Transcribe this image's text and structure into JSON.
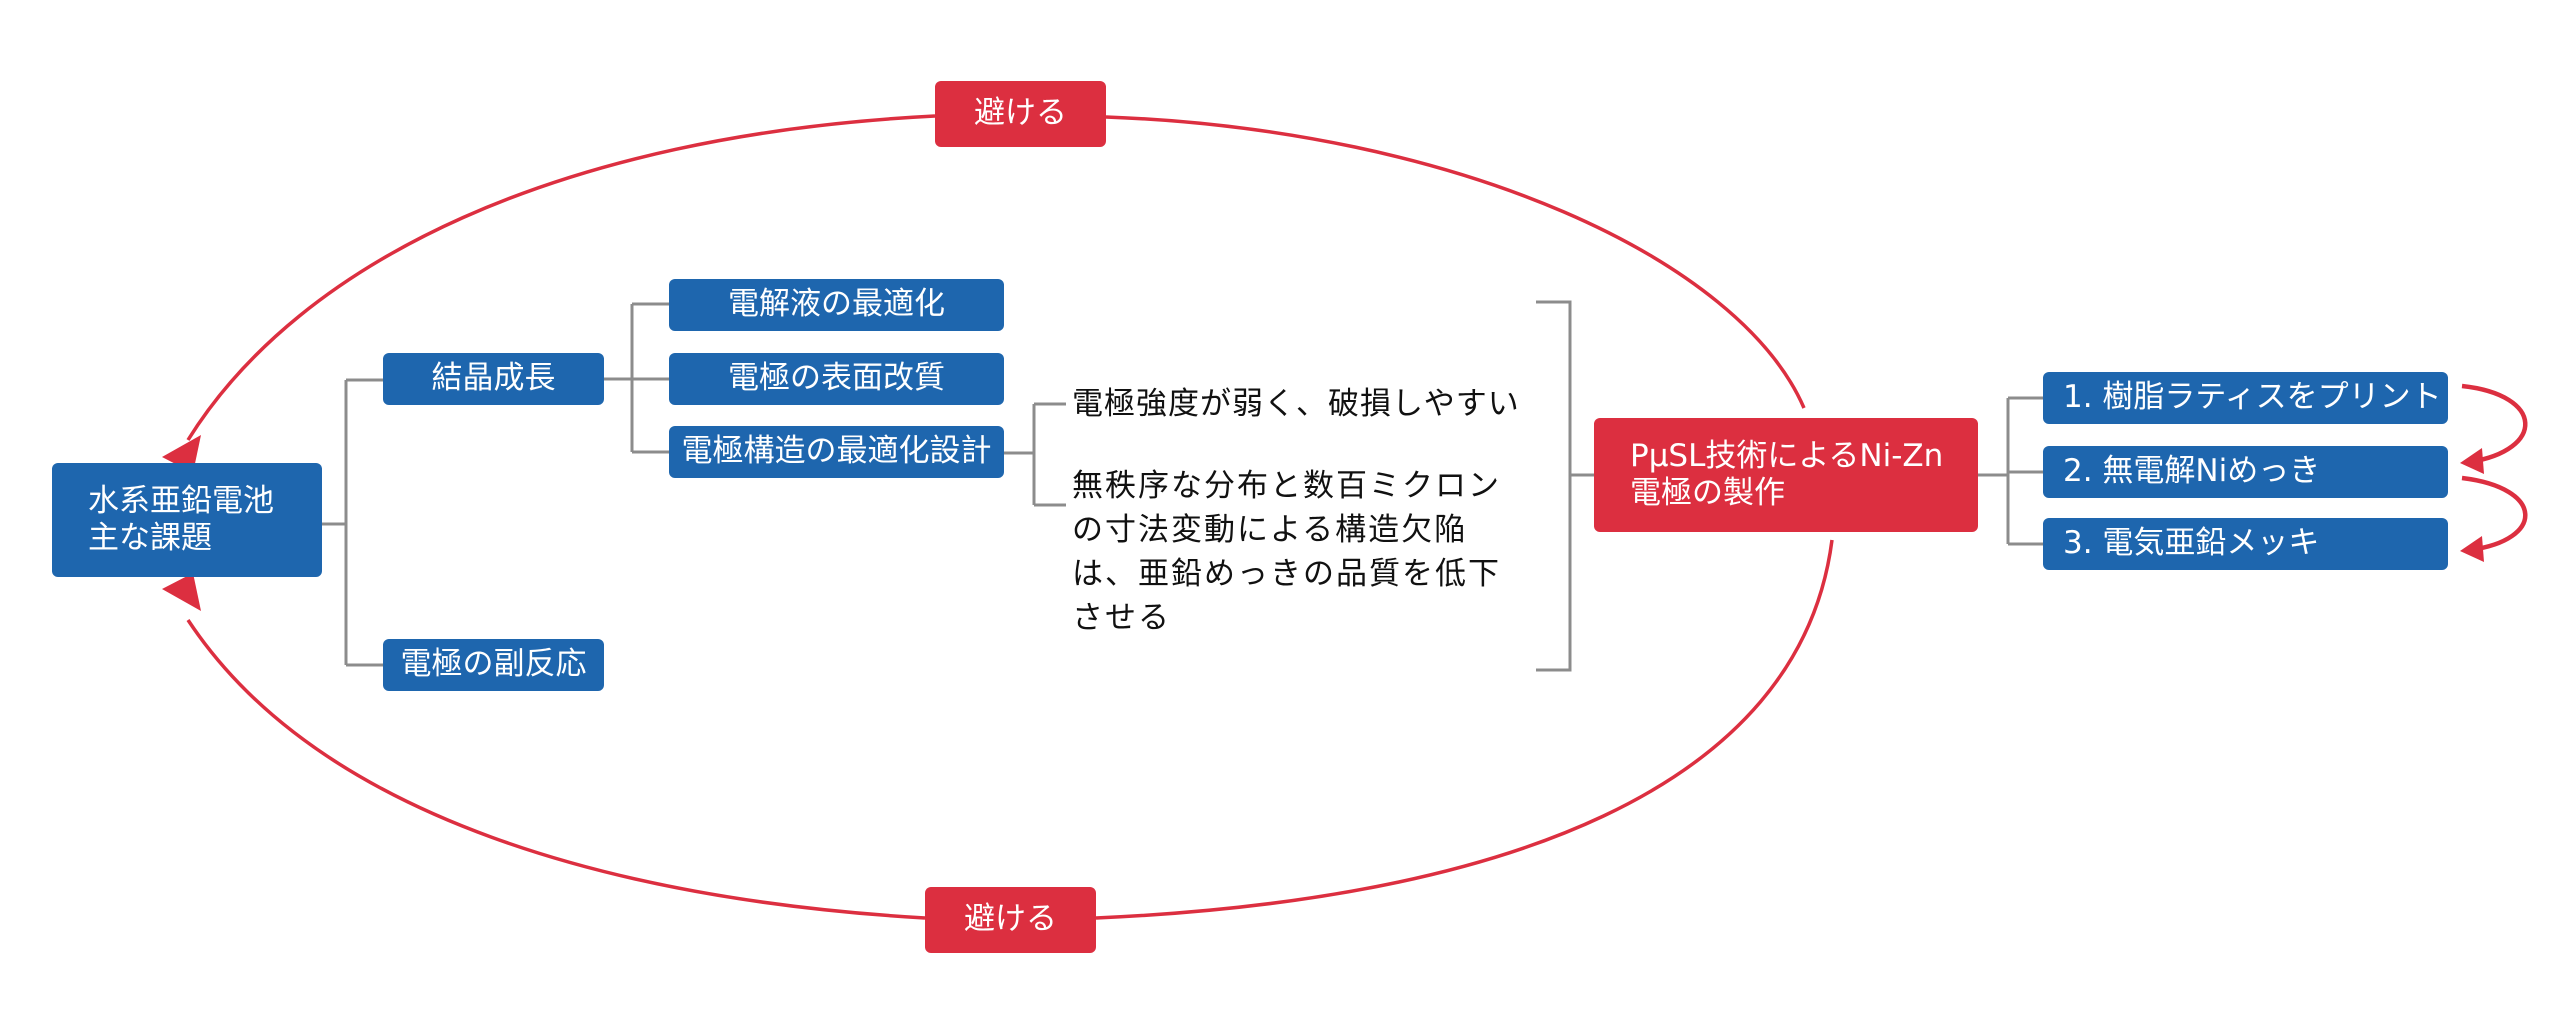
{
  "root": {
    "line1": "水系亜鉛電池",
    "line2": "主な課題"
  },
  "avoid_top": "避ける",
  "avoid_bottom": "避ける",
  "branches": {
    "crystal_growth": "結晶成長",
    "side_reaction": "電極の副反応",
    "electrolyte": "電解液の最適化",
    "surface": "電極の表面改質",
    "structure": "電極構造の最適化設計"
  },
  "issues": {
    "weak": "電極強度が弱く、破損しやすい",
    "defect_lines": [
      "無秩序な分布と数百ミクロン",
      "の寸法変動による構造欠陥",
      "は、亜鉛めっきの品質を低下",
      "させる"
    ]
  },
  "method": {
    "line1": "PμSL技術によるNi-Zn",
    "line2": "電極の製作"
  },
  "steps": [
    "1. 樹脂ラティスをプリント",
    "2. 無電解Niめっき",
    "3. 電気亜鉛メッキ"
  ],
  "colors": {
    "blue": "#1e66ae",
    "red": "#dc2f40",
    "bracket": "#8c8c8c"
  }
}
